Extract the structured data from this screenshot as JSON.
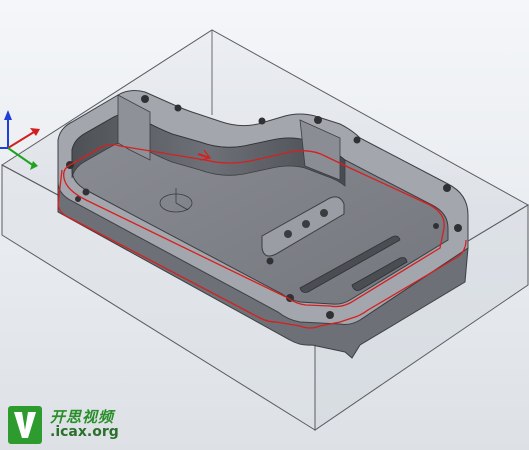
{
  "viewport": {
    "label": "3d-model-viewport"
  },
  "watermark": {
    "chinese_text": "开思视频",
    "url_text": "icax.org",
    "url_prefix": ".",
    "logo_letter": "V",
    "logo_color": "#2e9b2e"
  },
  "colors": {
    "part_body": "#8d9096",
    "part_top": "#a4a7ad",
    "pocket_floor": "#7d8087",
    "pocket_wall": "#5f6268",
    "stock_edge": "#505255",
    "toolpath": "#d62020",
    "axis_x": "#d22020",
    "axis_y": "#1fa31f",
    "axis_z": "#1f3fd6"
  }
}
